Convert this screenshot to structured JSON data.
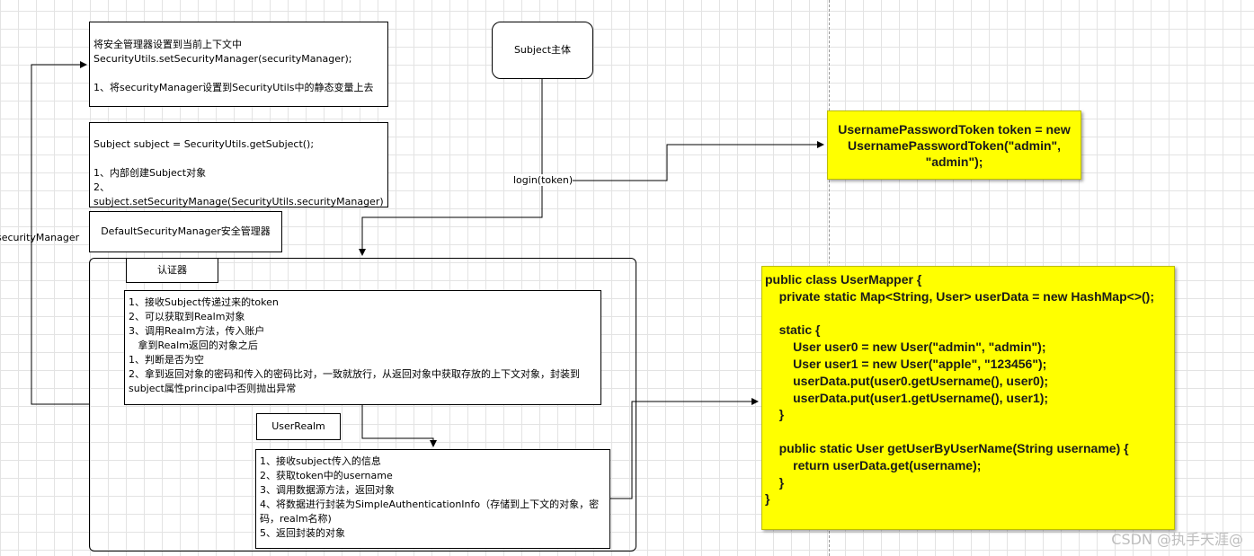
{
  "boxes": {
    "set_manager": "将安全管理器设置到当前上下文中\nSecurityUtils.setSecurityManager(securityManager);\n\n1、将securityManager设置到SecurityUtils中的静态变量上去",
    "get_subject": "Subject subject = SecurityUtils.getSubject();\n\n1、内部创建Subject对象\n2、subject.setSecurityManage(SecurityUtils.securityManager)",
    "default_sm": "DefaultSecurityManager安全管理器",
    "subject": "Subject主体",
    "authenticator": "认证器",
    "auth_steps": "1、接收Subject传递过来的token\n2、可以获取到Realm对象\n3、调用Realm方法，传入账户\n   拿到Realm返回的对象之后\n1、判断是否为空\n2、拿到返回对象的密码和传入的密码比对，一致就放行，从返回对象中获取存放的上下文对象，封装到subject属性principal中否则抛出异常",
    "user_realm": "UserRealm",
    "realm_steps": "1、接收subject传入的信息\n2、获取token中的username\n3、调用数据源方法，返回对象\n4、将数据进行封装为SimpleAuthenticationInfo（存储到上下文的对象，密码，realm名称)\n5、返回封装的对象"
  },
  "labels": {
    "login": "login(token)",
    "security_manager": "securityManager"
  },
  "notes": {
    "token": "UsernamePasswordToken token = new UsernamePasswordToken(\"admin\", \"admin\");",
    "mapper": "public class UserMapper {\n    private static Map<String, User> userData = new HashMap<>();\n\n    static {\n        User user0 = new User(\"admin\", \"admin\");\n        User user1 = new User(\"apple\", \"123456\");\n        userData.put(user0.getUsername(), user0);\n        userData.put(user1.getUsername(), user1);\n    }\n\n    public static User getUserByUserName(String username) {\n        return userData.get(username);\n    }\n}"
  },
  "watermark": "CSDN @执手天涯@",
  "colors": {
    "note_bg": "#ffff00",
    "grid": "#e3e3e3"
  }
}
